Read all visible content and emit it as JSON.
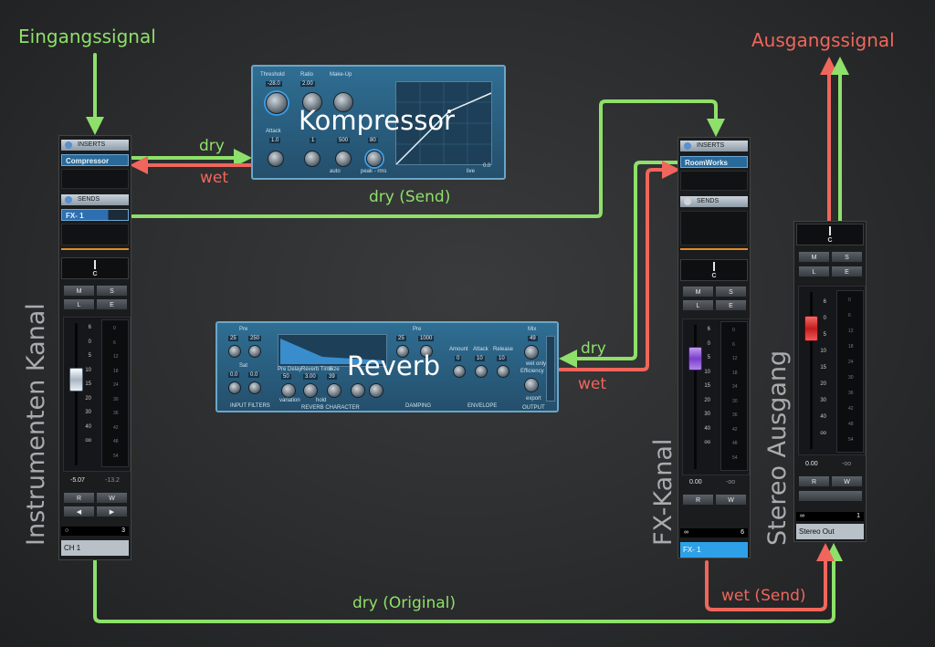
{
  "labels": {
    "eingang": "Eingangssignal",
    "ausgang": "Ausgangssignal",
    "dry_comp": "dry",
    "wet_comp": "wet",
    "dry_send": "dry (Send)",
    "dry_rev": "dry",
    "wet_rev": "wet",
    "dry_orig": "dry (Original)",
    "wet_send": "wet (Send)",
    "instrumenten_kanal": "Instrumenten Kanal",
    "fx_kanal": "FX-Kanal",
    "stereo_ausgang": "Stereo Ausgang"
  },
  "colors": {
    "dry": "#8ee06a",
    "wet": "#f0665c",
    "accent": "#2d6fb0"
  },
  "plugins": {
    "compressor": {
      "title": "Kompressor",
      "threshold_label": "Threshold",
      "ratio_label": "Ratio",
      "makeup_label": "Make-Up",
      "attack_label": "Attack",
      "threshold": "-28.0",
      "ratio": "2.00",
      "attack": "1.0",
      "hold": "1",
      "release": "500",
      "analysis": "80",
      "auto": "auto",
      "peak_rms": "peak - rms",
      "live": "live",
      "io": "0.0"
    },
    "reverb": {
      "title": "Reverb",
      "pre_label": "Pre",
      "pre": "25",
      "pre2": "250",
      "sat_label": "Sat",
      "sat": "0.0",
      "sat2": "0.0",
      "predelay_label": "Pre Delay",
      "reverbtime_label": "Reverb Time",
      "size_label": "Size",
      "predelay": "50",
      "reverbtime": "3.00",
      "size": "39",
      "mix_label": "Mix",
      "mix": "49",
      "efficiency_label": "Efficiency",
      "damp_pre": "25",
      "damp_pre2": "1000",
      "amount_label": "Amount",
      "attack_label": "Attack",
      "release_label": "Release",
      "amount": "0",
      "attack": "10",
      "release": "10",
      "input_label": "INPUT FILTERS",
      "char_label": "REVERB CHARACTER",
      "damping_label": "DAMPING",
      "envelope_label": "ENVELOPE",
      "output_label": "OUTPUT",
      "variation": "variation",
      "hold": "hold",
      "export": "export",
      "wet_only": "wet only"
    }
  },
  "strips": {
    "instrument": {
      "inserts_label": "INSERTS",
      "insert_slot": "Compressor",
      "sends_label": "SENDS",
      "send_slot": "FX- 1",
      "pan": "C",
      "mute": "M",
      "solo": "S",
      "listen": "L",
      "edit": "E",
      "scale": [
        "6",
        "0",
        "5",
        "10",
        "15",
        "20",
        "30",
        "40",
        "oo"
      ],
      "meter_scale": [
        "0",
        "6",
        "12",
        "18",
        "24",
        "30",
        "36",
        "42",
        "48",
        "54"
      ],
      "level": "-5.07",
      "peak": "-13.2",
      "read": "R",
      "write": "W",
      "channel_number": "3",
      "name": "CH 1"
    },
    "fx": {
      "inserts_label": "INSERTS",
      "insert_slot": "RoomWorks",
      "sends_label": "SENDS",
      "pan": "C",
      "mute": "M",
      "solo": "S",
      "listen": "L",
      "edit": "E",
      "scale": [
        "6",
        "0",
        "5",
        "10",
        "15",
        "20",
        "30",
        "40",
        "oo"
      ],
      "meter_scale": [
        "0",
        "6",
        "12",
        "18",
        "24",
        "30",
        "36",
        "42",
        "48",
        "54"
      ],
      "level": "0.00",
      "peak": "-oo",
      "read": "R",
      "write": "W",
      "channel_number": "6",
      "name": "FX- 1"
    },
    "stereo": {
      "pan": "C",
      "mute": "M",
      "solo": "S",
      "listen": "L",
      "edit": "E",
      "scale": [
        "6",
        "0",
        "5",
        "10",
        "15",
        "20",
        "30",
        "40",
        "oo"
      ],
      "meter_scale": [
        "0",
        "6",
        "12",
        "18",
        "24",
        "30",
        "36",
        "42",
        "48",
        "54"
      ],
      "level": "0.00",
      "peak": "-oo",
      "read": "R",
      "write": "W",
      "channel_number": "1",
      "name": "Stereo Out"
    }
  }
}
